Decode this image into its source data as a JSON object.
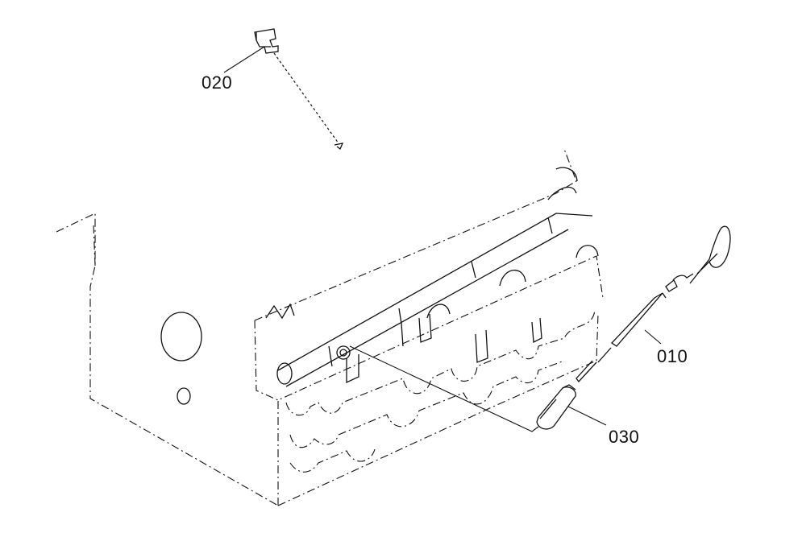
{
  "parts": {
    "p010": "010",
    "p020": "020",
    "p030": "030"
  },
  "colors": {
    "ink": "#111111",
    "background": "#ffffff"
  }
}
